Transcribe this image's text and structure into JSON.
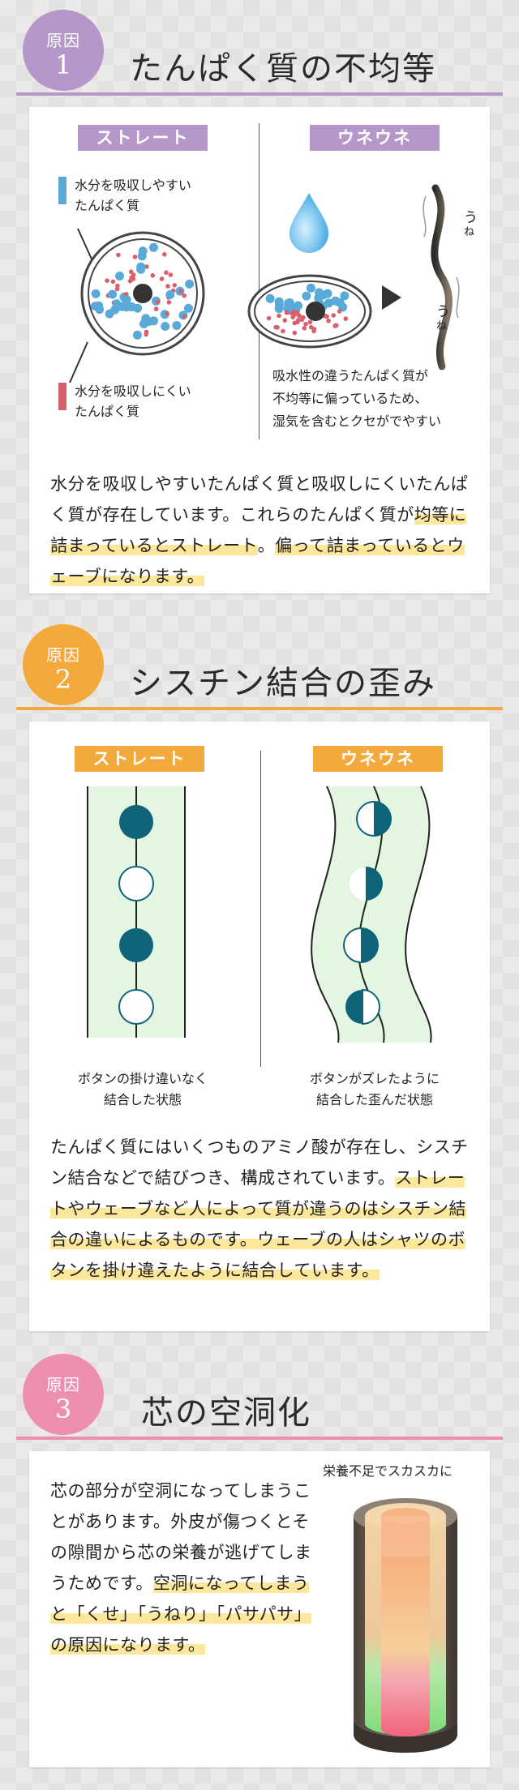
{
  "sections": [
    {
      "badge_label": "原因",
      "badge_num": "1",
      "title": "たんぱく質の不均等",
      "tags": [
        "ストレート",
        "ウネウネ"
      ],
      "legend_water_absorbing": [
        "水分を吸収しやすい",
        "たんぱく質"
      ],
      "legend_water_resistant": [
        "水分を吸収しにくい",
        "たんぱく質"
      ],
      "wave_marks": [
        "う",
        "ね",
        "う",
        "ね"
      ],
      "caption_right": [
        "吸水性の違うたんぱく質が",
        "不均等に偏っているため、",
        "湿気を含むとクセがでやすい"
      ],
      "body_plain": "水分を吸収しやすいたんぱく質と吸収しにくいたんぱく質が存在しています。これらのたんぱく質が",
      "body_highlight_1": "均等に詰まっているとストレート",
      "body_mid": "。",
      "body_highlight_2": "偏って詰まっているとウェーブになります。"
    },
    {
      "badge_label": "原因",
      "badge_num": "2",
      "title": "シスチン結合の歪み",
      "tags": [
        "ストレート",
        "ウネウネ"
      ],
      "caption_left": [
        "ボタンの掛け違いなく",
        "結合した状態"
      ],
      "caption_right": [
        "ボタンがズレたように",
        "結合した歪んだ状態"
      ],
      "body_plain": "たんぱく質にはいくつものアミノ酸が存在し、シスチン結合などで結びつき、構成されています。",
      "body_highlight": "ストレートやウェーブなど人によって質が違うのはシスチン結合の違いによるものです。ウェーブの人はシャツのボタンを掛け違えたように結合しています。"
    },
    {
      "badge_label": "原因",
      "badge_num": "3",
      "title": "芯の空洞化",
      "illustration_label": "栄養不足でスカスカに",
      "body_plain": "芯の部分が空洞になってしまうことがあります。外皮が傷つくとその隙間から芯の栄養が逃げてしまうためです。",
      "body_highlight": "空洞になってしまうと「くせ」「うねり」「パサパサ」の原因になります。"
    }
  ],
  "colors": {
    "purple": "#b598c9",
    "orange": "#f4a93c",
    "pink": "#ec8fb0",
    "blue_dot": "#5aaad9",
    "red_dot": "#d9606b",
    "teal": "#0f6378",
    "highlight": "#fde79a"
  }
}
